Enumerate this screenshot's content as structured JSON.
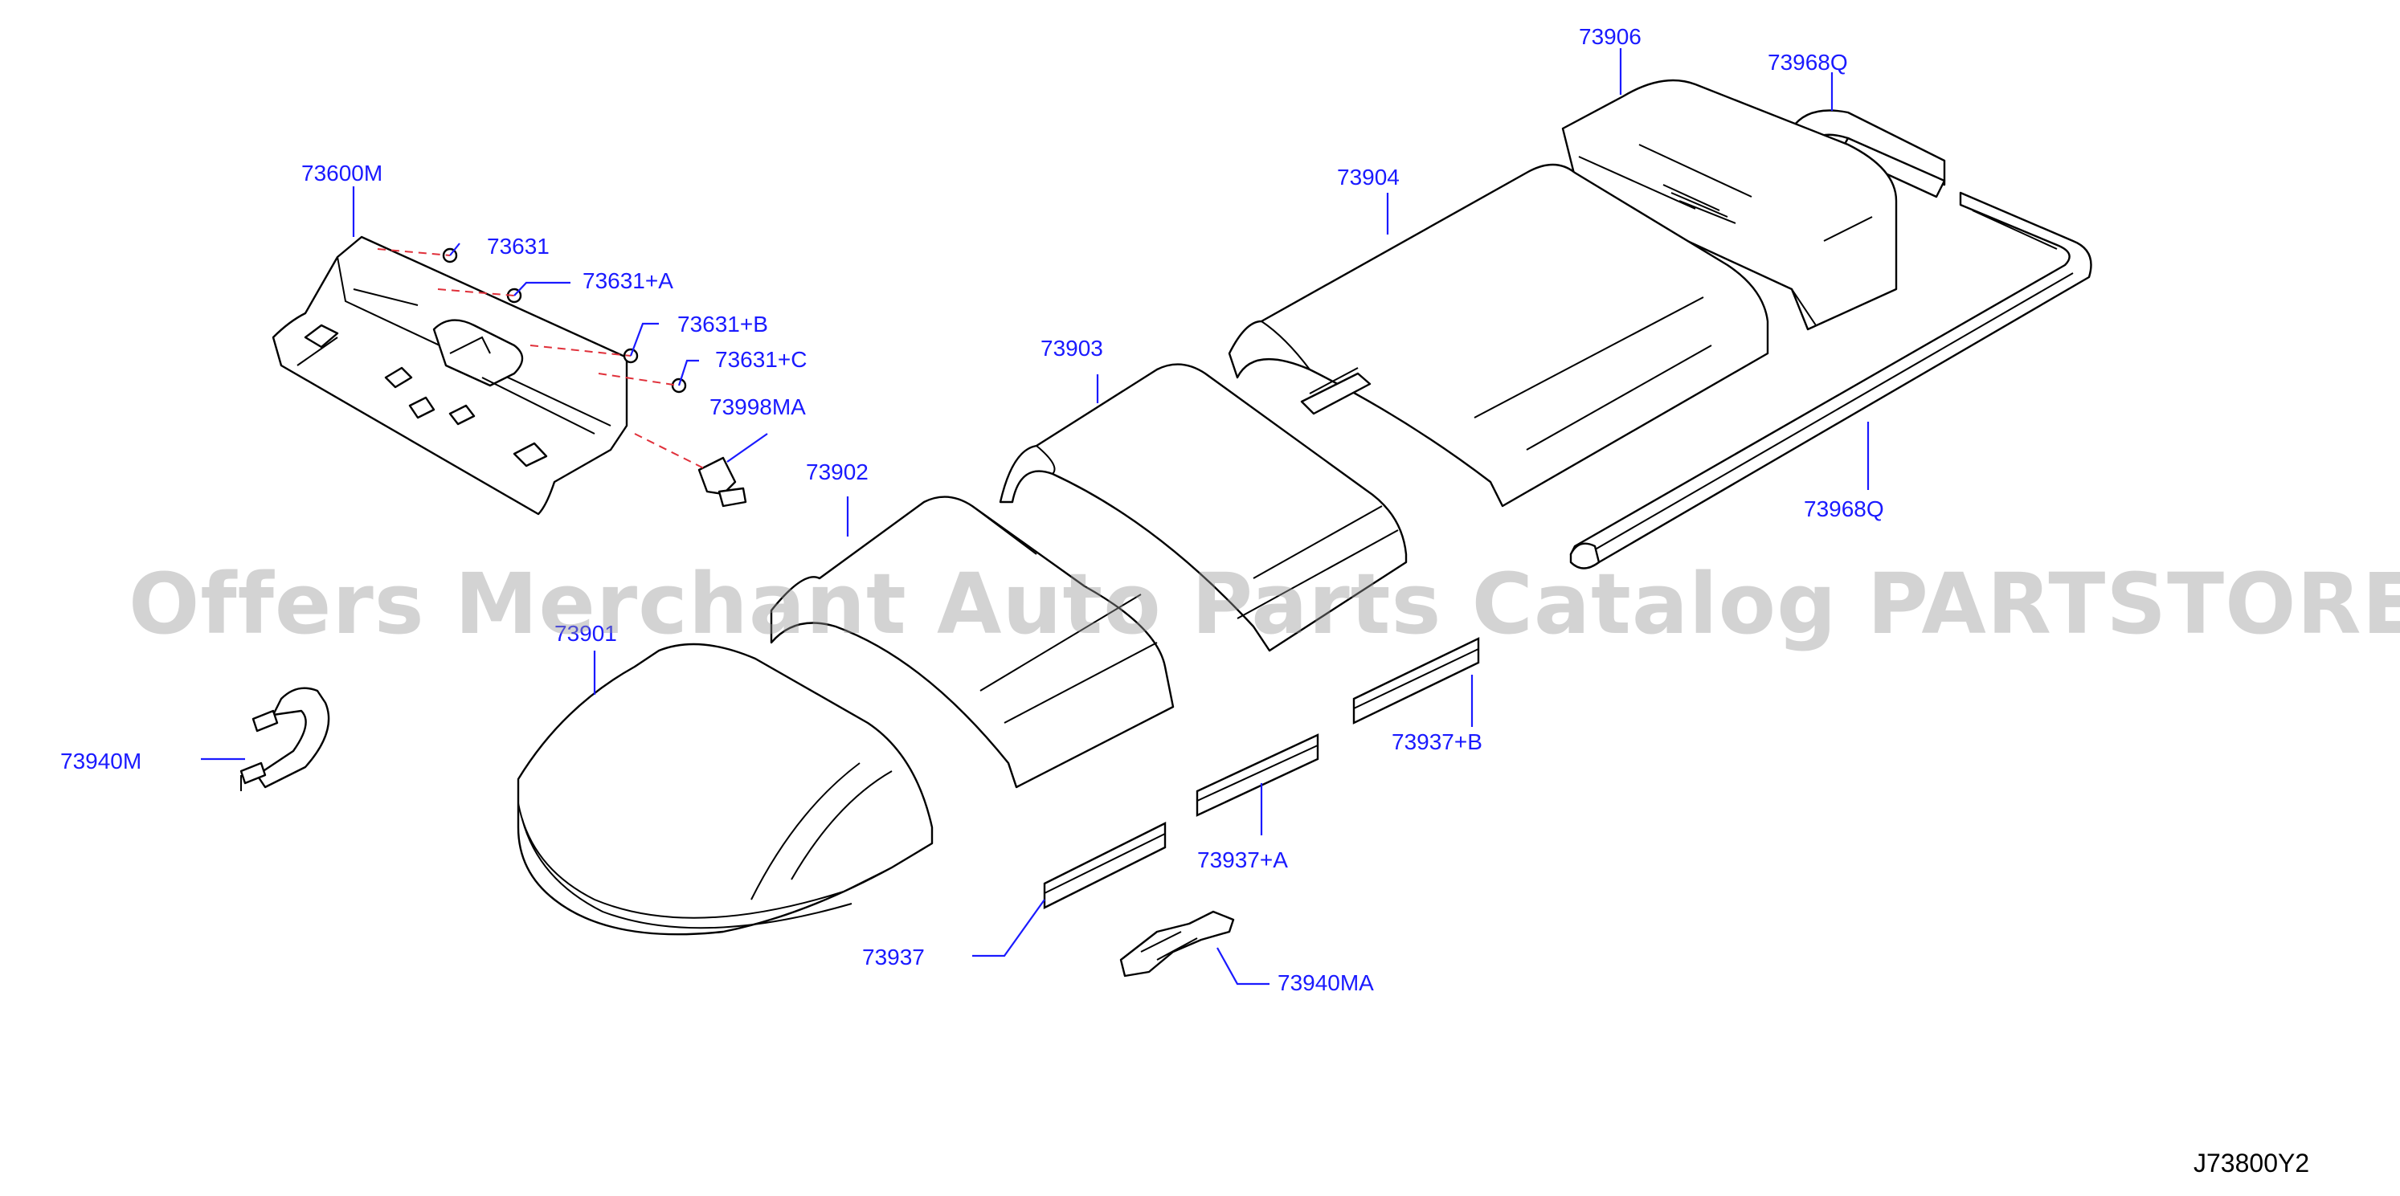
{
  "diagram": {
    "watermark": "Offers Merchant Auto Parts Catalog PARTSTORE.SA",
    "diagram_code": "J73800Y2",
    "labels": {
      "p73600M": "73600M",
      "p73631": "73631",
      "p73631A": "73631+A",
      "p73631B": "73631+B",
      "p73631C": "73631+C",
      "p73998MA": "73998MA",
      "p73906": "73906",
      "p73968Q_top": "73968Q",
      "p73904": "73904",
      "p73903": "73903",
      "p73902": "73902",
      "p73901": "73901",
      "p73968Q_bottom": "73968Q",
      "p73940M": "73940M",
      "p73937B": "73937+B",
      "p73937A": "73937+A",
      "p73937": "73937",
      "p73940MA": "73940MA"
    },
    "colors": {
      "label": "#1a1aff",
      "leader": "#1a1aff",
      "dashed_guide": "#e0303a",
      "outline": "#000000"
    }
  }
}
